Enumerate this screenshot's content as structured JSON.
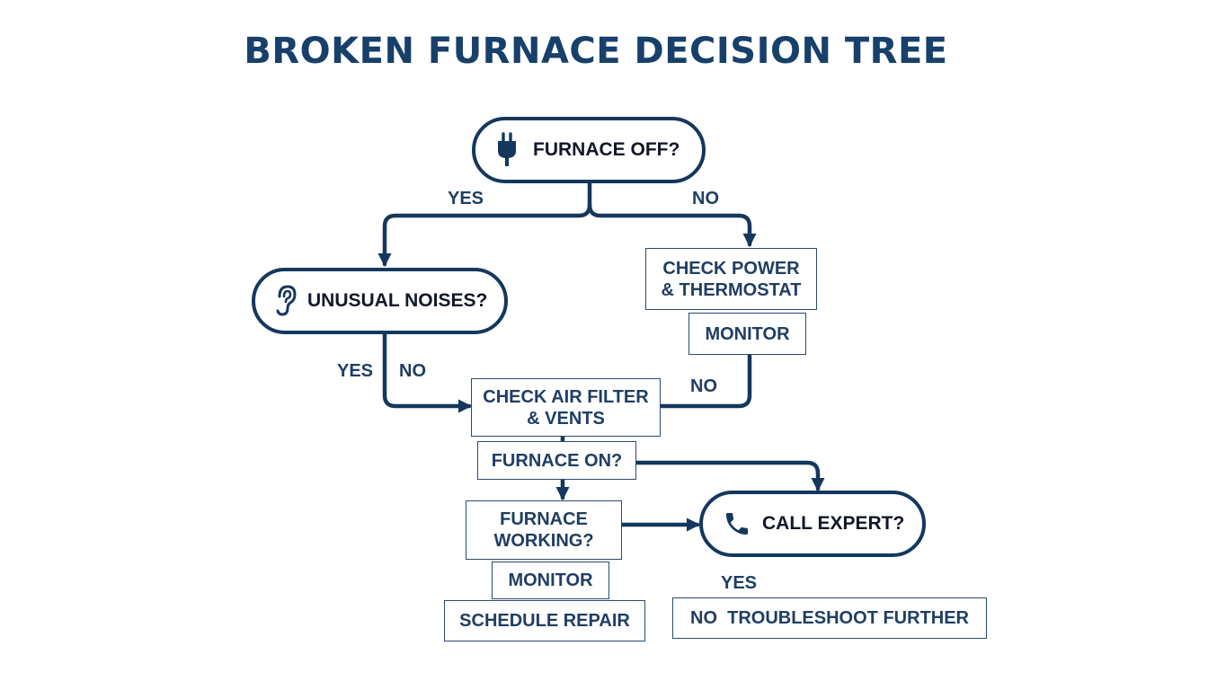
{
  "title": "BROKEN FURNACE DECISION TREE",
  "colors": {
    "primary": "#14375e",
    "title": "#17406b",
    "pill_text": "#111827",
    "box_text": "#1f3e63",
    "background": "#ffffff"
  },
  "nodes": {
    "furnace_off": {
      "label": "FURNACE OFF?",
      "icon": "plug-icon"
    },
    "unusual_noises": {
      "label": "UNUSUAL NOISES?",
      "icon": "ear-icon"
    },
    "check_power": {
      "line1": "CHECK POWER",
      "line2": "& THERMOSTAT"
    },
    "monitor_right": {
      "label": "MONITOR"
    },
    "check_air_filter": {
      "line1": "CHECK AIR FILTER",
      "line2": "& VENTS"
    },
    "furnace_on": {
      "label": "FURNACE ON?"
    },
    "furnace_working": {
      "line1": "FURNACE",
      "line2": "WORKING?"
    },
    "monitor_bottom": {
      "label": "MONITOR"
    },
    "schedule_repair": {
      "label": "SCHEDULE REPAIR"
    },
    "call_expert": {
      "label": "CALL EXPERT?",
      "icon": "phone-icon"
    },
    "troubleshoot_further": {
      "label": "NO  TROUBLESHOOT FURTHER"
    }
  },
  "edge_labels": {
    "off_yes": "YES",
    "off_no": "NO",
    "noises_yes": "YES",
    "noises_no": "NO",
    "monitor_no": "NO",
    "expert_yes": "YES"
  }
}
